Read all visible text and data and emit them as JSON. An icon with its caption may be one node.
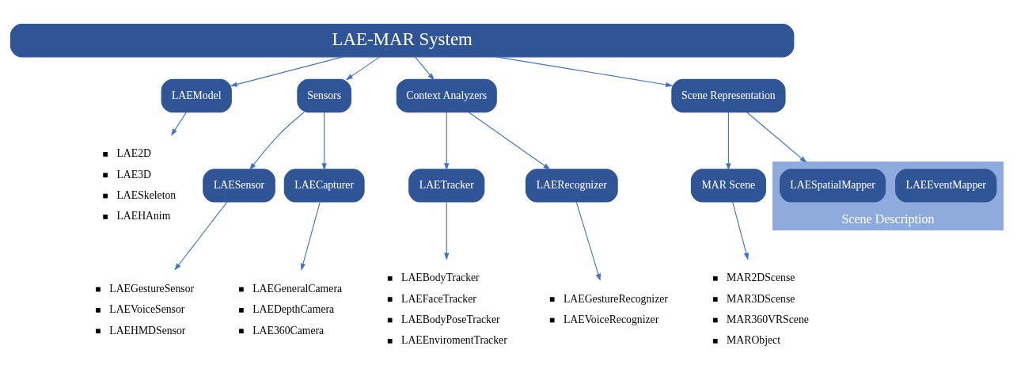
{
  "diagram": {
    "nodes": [
      {
        "text": [
          "LAE-MAR System"
        ]
      },
      {
        "text": [
          "LAEModel"
        ]
      },
      {
        "text": [
          "Sensors"
        ]
      },
      {
        "text": [
          "Context Analyzers"
        ]
      },
      {
        "text": [
          "Scene Representation"
        ]
      },
      {
        "text": [
          "LAESensor"
        ]
      },
      {
        "text": [
          "LAECapturer"
        ]
      },
      {
        "text": [
          "LAETracker"
        ]
      },
      {
        "text": [
          "LAERecognizer"
        ]
      },
      {
        "text": [
          "MAR Scene"
        ]
      },
      {
        "text": [
          "Scene Description"
        ]
      },
      {
        "text": [
          "LAESpatialMapper"
        ],
        "in": 10
      },
      {
        "text": [
          "LAEEventMapper"
        ],
        "in": 10
      },
      {
        "text": [
          "LAE2D",
          "LAE3D",
          "LAESkeleton",
          "LAEHAnim"
        ]
      },
      {
        "text": [
          "LAEGestureSensor",
          "LAEVoiceSensor",
          "LAEHMDSensor"
        ]
      },
      {
        "text": [
          "LAEGeneralCamera",
          "LAEDepthCamera",
          "LAE360Camera"
        ]
      },
      {
        "text": [
          "LAEBodyTracker",
          "LAEFaceTracker",
          "LAEBodyPoseTracker",
          "LAEEnviromentTracker"
        ]
      },
      {
        "text": [
          "LAEGestureRecognizer",
          "LAEVoiceRecognizer"
        ]
      },
      {
        "text": [
          "MAR2DScense",
          "MAR3DScense",
          "MAR360VRScene",
          "MARObject"
        ]
      }
    ],
    "edges": [
      {
        "from": 0,
        "to": 1,
        "arrow": "to"
      },
      {
        "from": 0,
        "to": 2,
        "arrow": "to"
      },
      {
        "from": 0,
        "to": 3,
        "arrow": "to"
      },
      {
        "from": 0,
        "to": 4,
        "arrow": "to"
      },
      {
        "from": 2,
        "to": 5,
        "arrow": "to"
      },
      {
        "from": 2,
        "to": 6,
        "arrow": "to"
      },
      {
        "from": 3,
        "to": 7,
        "arrow": "to"
      },
      {
        "from": 3,
        "to": 8,
        "arrow": "to"
      },
      {
        "from": 4,
        "to": 9,
        "arrow": "to"
      },
      {
        "from": 4,
        "to": 10,
        "arrow": "to"
      },
      {
        "from": 1,
        "to": 13,
        "arrow": "to"
      },
      {
        "from": 5,
        "to": 14,
        "arrow": "to"
      },
      {
        "from": 6,
        "to": 15,
        "arrow": "to"
      },
      {
        "from": 7,
        "to": 16,
        "arrow": "to"
      },
      {
        "from": 8,
        "to": 17,
        "arrow": "to"
      },
      {
        "from": 9,
        "to": 18,
        "arrow": "to"
      }
    ]
  }
}
